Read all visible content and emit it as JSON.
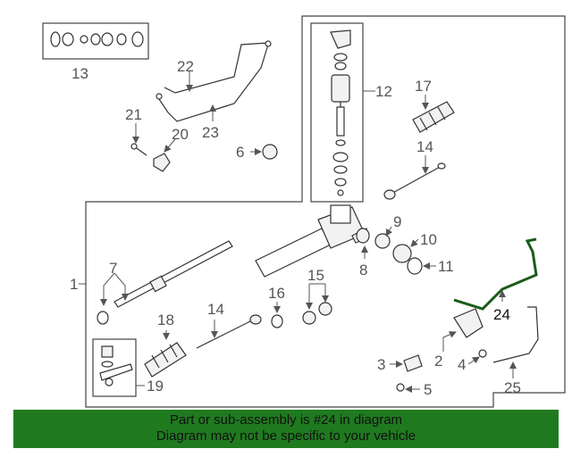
{
  "diagram": {
    "callouts": {
      "c1": "1",
      "c2": "2",
      "c3": "3",
      "c4": "4",
      "c5": "5",
      "c6": "6",
      "c7": "7",
      "c8": "8",
      "c9": "9",
      "c10": "10",
      "c11": "11",
      "c12": "12",
      "c13": "13",
      "c14a": "14",
      "c14b": "14",
      "c15": "15",
      "c16": "16",
      "c17": "17",
      "c18": "18",
      "c19": "19",
      "c20": "20",
      "c21": "21",
      "c22": "22",
      "c23": "23",
      "c24": "24",
      "c25": "25"
    },
    "highlight_color": "#1a5c1a"
  },
  "banner": {
    "line1": "Part or sub-assembly is #24 in diagram",
    "line2": "Diagram may not be specific to your vehicle",
    "background": "#1f7a1f"
  }
}
